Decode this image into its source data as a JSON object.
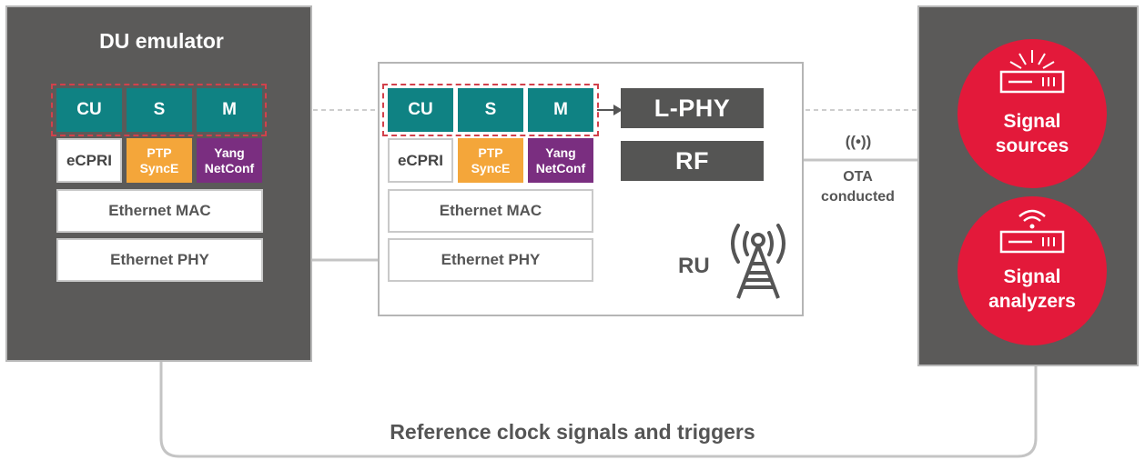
{
  "du": {
    "title": "DU emulator",
    "cu": "CU",
    "s": "S",
    "m": "M",
    "ecpri": "eCPRI",
    "ptp_line1": "PTP",
    "ptp_line2": "SyncE",
    "yang_line1": "Yang",
    "yang_line2": "NetConf",
    "eth_mac": "Ethernet MAC",
    "eth_phy": "Ethernet PHY"
  },
  "ru": {
    "cu": "CU",
    "s": "S",
    "m": "M",
    "ecpri": "eCPRI",
    "ptp_line1": "PTP",
    "ptp_line2": "SyncE",
    "yang_line1": "Yang",
    "yang_line2": "NetConf",
    "eth_mac": "Ethernet MAC",
    "eth_phy": "Ethernet PHY",
    "lphy": "L-PHY",
    "rf": "RF",
    "label": "RU"
  },
  "link": {
    "ota_icon": "((•))",
    "ota_line1": "OTA",
    "ota_line2": "conducted"
  },
  "instruments": {
    "sources_line1": "Signal",
    "sources_line2": "sources",
    "analyzers_line1": "Signal",
    "analyzers_line2": "analyzers"
  },
  "bottom_label": "Reference clock signals and triggers",
  "colors": {
    "teal": "#0f8283",
    "orange": "#f4a63a",
    "purple": "#7a2e80",
    "red": "#e3193a",
    "panel": "#5b5a59"
  }
}
